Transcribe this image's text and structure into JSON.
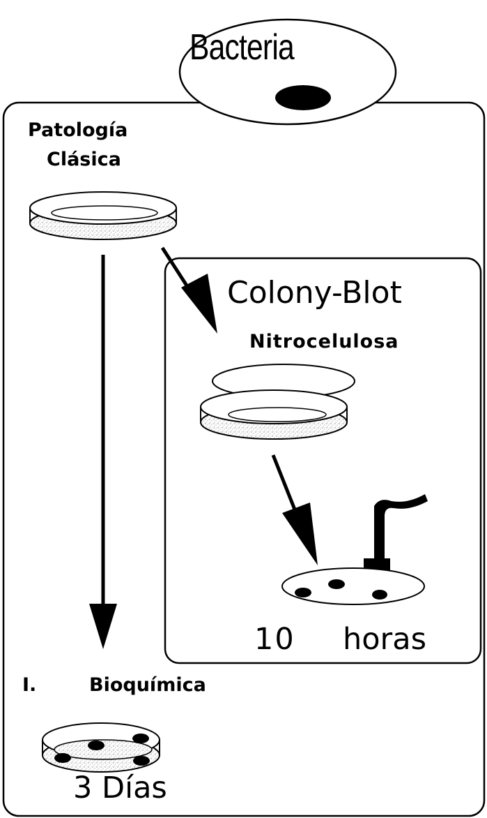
{
  "top_node": {
    "label": "Bacteria"
  },
  "classic_panel": {
    "title_line1": "Patología",
    "title_line2": "Clásica",
    "result_marker": "I.",
    "result_label": "Bioquímica",
    "result_time": "3 Días"
  },
  "blot_panel": {
    "title": "Colony-Blot",
    "membrane_label": "Nitrocelulosa",
    "time_value": "10",
    "time_unit": "horas"
  },
  "icons": [
    "bacterium-icon",
    "petri-dish-icon",
    "nitrocellulose-membrane-icon",
    "probe-icon",
    "colony-icon"
  ]
}
